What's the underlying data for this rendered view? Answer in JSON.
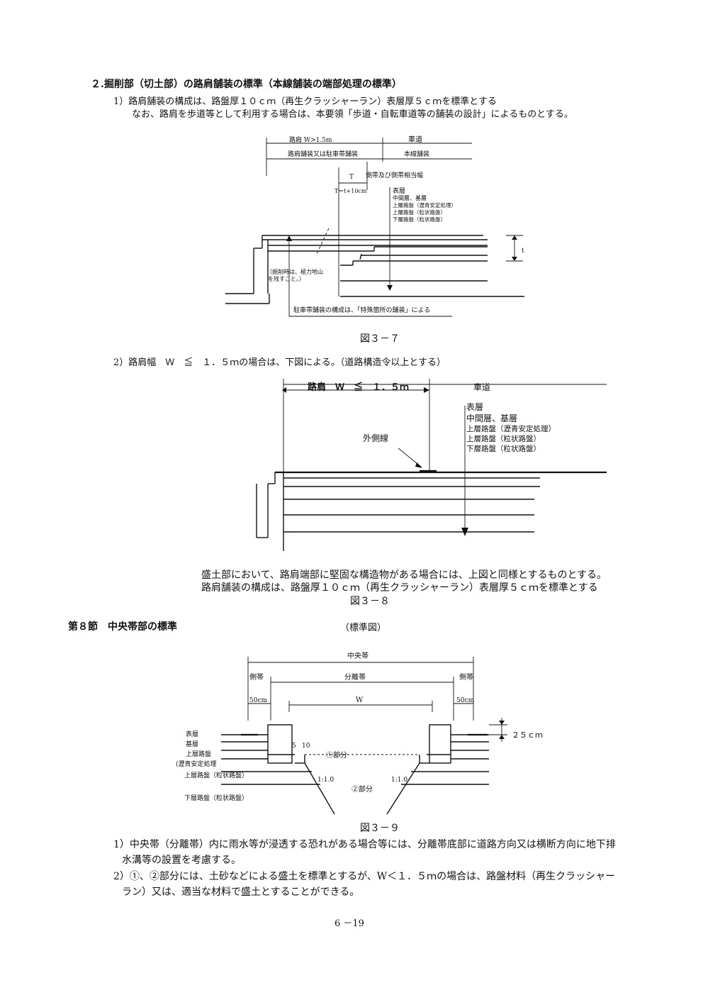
{
  "section2": {
    "heading": "２.掘削部（切土部）の路肩舗装の標準（本線舗装の端部処理の標準）",
    "item1_line1": "1）路肩舗装の構成は、路盤厚１０ｃｍ（再生クラッシャーラン）表層厚５ｃｍを標準とする",
    "item1_line2": "なお、路肩を歩道等として利用する場合は、本要領「歩道・自転車道等の舗装の設計」によるものとする。"
  },
  "fig37": {
    "caption": "図３－７",
    "label_shoulder": "路肩 W>1.5m",
    "label_roadway": "車道",
    "label_shoulder_pav": "路肩舗装又は駐車帯舗装",
    "label_main_pav": "本線舗装",
    "label_T": "T",
    "label_side_band": "側帯及び側帯相当幅",
    "label_T_formula": "T＝t+10cm",
    "label_t": "t",
    "layers": [
      "表層",
      "中間層、基層",
      "上層路盤（瀝青安定処理）",
      "上層路盤（粒状路盤）",
      "下層路盤（粒状路盤）"
    ],
    "note_excavation_1": "（掘削時は、極力地山",
    "note_excavation_2": "を残すこと。）",
    "note_parking": "駐車帯舗装の構成は、「特殊箇所の舗装」による"
  },
  "item2": {
    "text": "2）路肩幅　Ｗ　≦　１．５ｍの場合は、下図による。（道路構造令以上とする）"
  },
  "fig38": {
    "caption": "図３－８",
    "label_shoulder": "路肩　Ｗ　≦　１．５ｍ",
    "label_roadway": "車道",
    "label_outer_line": "外側線",
    "layers": [
      "表層",
      "中間層、基層",
      "上層路盤（瀝青安定処理）",
      "上層路盤（粒状路盤）",
      "下層路盤（粒状路盤）"
    ],
    "note_line1": "盛土部において、路肩端部に堅固な構造物がある場合には、上図と同様とするものとする。",
    "note_line2": "路肩舗装の構成は、路盤厚１０ｃｍ（再生クラッシャーラン）表層厚５ｃｍを標準とする"
  },
  "section8": {
    "heading": "第８節　中央帯部の標準",
    "sub": "（標準図）"
  },
  "fig39": {
    "caption": "図３－９",
    "label_median": "中央帯",
    "label_side_left": "側帯",
    "label_side_right": "側帯",
    "label_separator": "分離帯",
    "label_50_left": "50cm",
    "label_50_right": "50cm",
    "label_W": "W",
    "label_25": "２５ｃｍ",
    "label_5": "5",
    "label_10": "10",
    "label_part1": "①部分",
    "label_part2": "②部分",
    "label_slope_left": "1:1.0",
    "label_slope_right": "1:1.0",
    "layers": [
      "表層",
      "基層",
      "上層路盤",
      "(瀝青安定処理",
      "上層路盤（粒状路盤）",
      "下層路盤（粒状路盤）"
    ]
  },
  "notes": {
    "n1_line1": "1）中央帯（分離帯）内に雨水等が浸透する恐れがある場合等には、分離帯底部に道路方向又は横断方向に地下排",
    "n1_line2": "水溝等の設置を考慮する。",
    "n2_line1": "2）①、②部分には、土砂などによる盛土を標準とするが、W＜１．５ｍの場合は、路盤材料（再生クラッシャー",
    "n2_line2": "ラン）又は、適当な材料で盛土とすることができる。"
  },
  "footer": {
    "page": "6 －19"
  }
}
